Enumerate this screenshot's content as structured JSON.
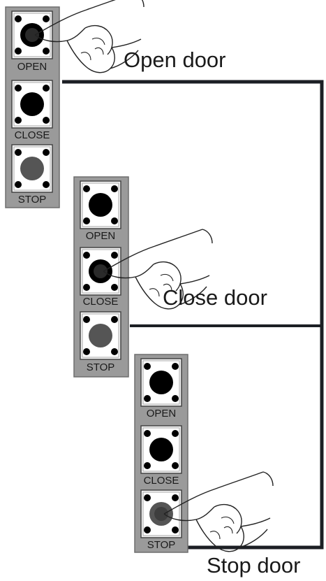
{
  "labels": {
    "open_door": "Open door",
    "close_door": "Close door",
    "stop_door": "Stop door"
  },
  "panels": [
    {
      "name": "panel-open",
      "pressed": "open",
      "buttons": [
        {
          "id": "open",
          "label": "OPEN"
        },
        {
          "id": "close",
          "label": "CLOSE"
        },
        {
          "id": "stop",
          "label": "STOP"
        }
      ]
    },
    {
      "name": "panel-close",
      "pressed": "close",
      "buttons": [
        {
          "id": "open",
          "label": "OPEN"
        },
        {
          "id": "close",
          "label": "CLOSE"
        },
        {
          "id": "stop",
          "label": "STOP"
        }
      ]
    },
    {
      "name": "panel-stop",
      "pressed": "stop",
      "buttons": [
        {
          "id": "open",
          "label": "OPEN"
        },
        {
          "id": "close",
          "label": "CLOSE"
        },
        {
          "id": "stop",
          "label": "STOP"
        }
      ]
    }
  ],
  "colors": {
    "panel_bg": "#9a9a9a",
    "panel_border": "#6e6e6e",
    "key_face": "#f4f4f4",
    "key_inner": "#ffffff",
    "button_black": "#000000",
    "button_stop": "#555555",
    "door_frame": "#1c1f24"
  }
}
